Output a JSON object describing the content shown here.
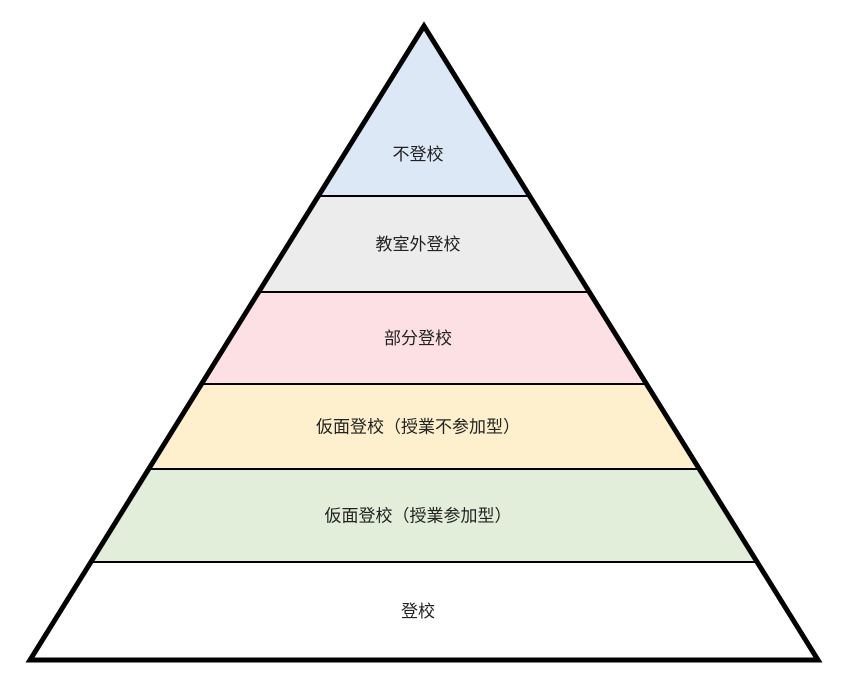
{
  "diagram": {
    "type": "pyramid",
    "tiers_top_to_bottom": [
      {
        "label": "不登校",
        "fill": "#dce8f5"
      },
      {
        "label": "教室外登校",
        "fill": "#ececec"
      },
      {
        "label": "部分登校",
        "fill": "#fde0e3"
      },
      {
        "label": "仮面登校（授業不参加型）",
        "fill": "#fef0cc"
      },
      {
        "label": "仮面登校（授業参加型）",
        "fill": "#e2eed9"
      },
      {
        "label": "登校",
        "fill": "#ffffff"
      }
    ],
    "outline_color": "#000000"
  }
}
